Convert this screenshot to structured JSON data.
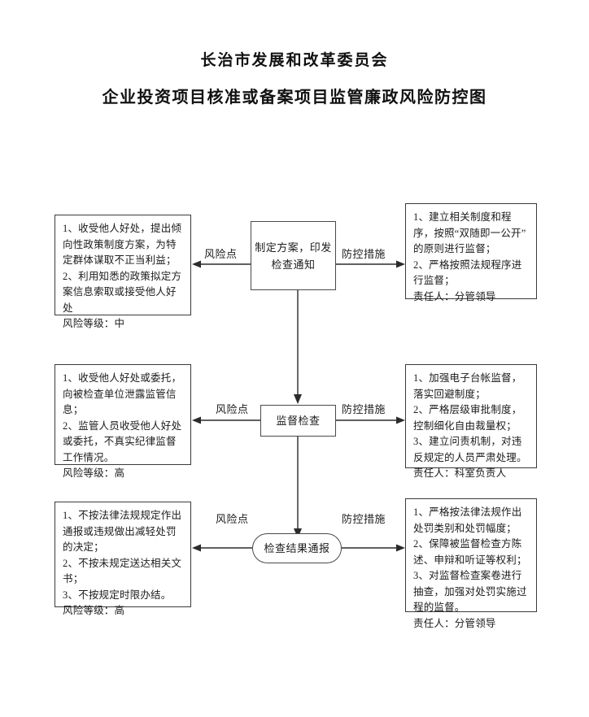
{
  "document": {
    "title_line_1": "长治市发展和改革委员会",
    "title_line_2": "企业投资项目核准或备案项目监管廉政风险防控图"
  },
  "edge_labels": {
    "risk_point": "风险点",
    "control_measure": "防控措施"
  },
  "rows": [
    {
      "id": "row-1",
      "node": {
        "label": "制定方案，印发检查通知",
        "shape": "rectangle"
      },
      "risk_box": {
        "text": "1、收受他人好处，提出倾向性政策制度方案，为特定群体谋取不正当利益；\n2、利用知悉的政策拟定方案信息索取或接受他人好处\n风险等级：中"
      },
      "control_box": {
        "text": "1、建立相关制度和程序，按照“双随即一公开”的原则进行监督；\n2、严格按照法规程序进行监督；\n责任人：分管领导"
      }
    },
    {
      "id": "row-2",
      "node": {
        "label": "监督检查",
        "shape": "rectangle"
      },
      "risk_box": {
        "text": "1、收受他人好处或委托，向被检查单位泄露监管信息；\n2、监管人员收受他人好处或委托，不真实纪律监督工作情况。\n风险等级：高"
      },
      "control_box": {
        "text": "1、加强电子台帐监督，落实回避制度；\n2、严格层级审批制度，控制细化自由裁量权；\n3、建立问责机制，对违反规定的人员严肃处理。\n责任人：科室负责人"
      }
    },
    {
      "id": "row-3",
      "node": {
        "label": "检查结果通报",
        "shape": "stadium"
      },
      "risk_box": {
        "text": "1、不按法律法规规定作出通报或违规做出减轻处罚的决定；\n2、不按未规定送达相关文书；\n3、不按规定时限办结。\n风险等级：高"
      },
      "control_box": {
        "text": "1、严格按法律法规作出处罚类别和处罚幅度；\n2、保障被监督检查方陈述、申辩和听证等权利；\n3、对监督检查案卷进行抽查，加强对处罚实施过程的监督。\n责任人：分管领导"
      }
    }
  ]
}
